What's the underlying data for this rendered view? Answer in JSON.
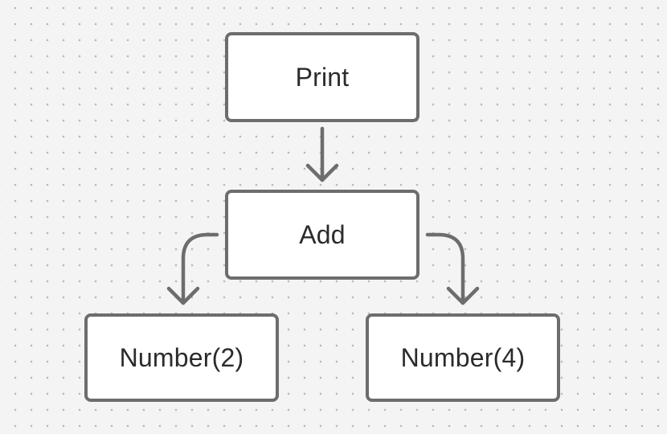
{
  "diagram": {
    "nodes": [
      {
        "id": "print",
        "label": "Print"
      },
      {
        "id": "add",
        "label": "Add"
      },
      {
        "id": "num2",
        "label": "Number(2)"
      },
      {
        "id": "num4",
        "label": "Number(4)"
      }
    ],
    "edges": [
      {
        "from": "print",
        "to": "add"
      },
      {
        "from": "add",
        "to": "num2"
      },
      {
        "from": "add",
        "to": "num4"
      }
    ]
  },
  "colors": {
    "background": "#f4f4f4",
    "node_fill": "#ffffff",
    "stroke": "#6d6d6d",
    "text": "#2b2b2b"
  }
}
